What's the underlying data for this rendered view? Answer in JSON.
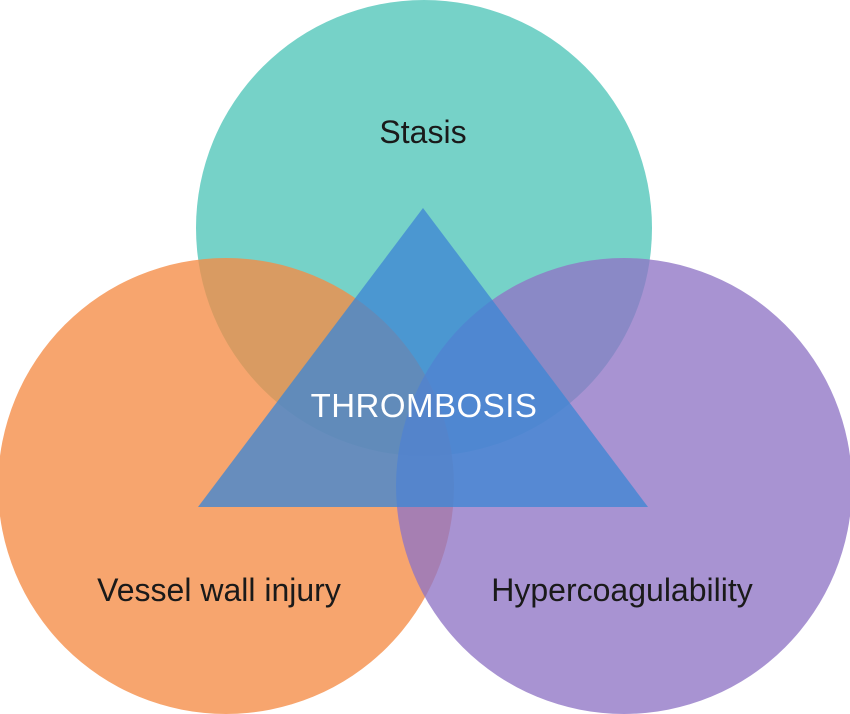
{
  "diagram": {
    "center": {
      "label": "THROMBOSIS",
      "color": "#3f86d4",
      "text_color": "#ffffff"
    },
    "circles": [
      {
        "id": "stasis",
        "label": "Stasis",
        "color": "#4fc5b8"
      },
      {
        "id": "vessel",
        "label": "Vessel wall injury",
        "color": "#f58c45"
      },
      {
        "id": "hyper",
        "label": "Hypercoagulability",
        "color": "#8f74c5"
      }
    ],
    "text_color": "#1a1a1a"
  }
}
